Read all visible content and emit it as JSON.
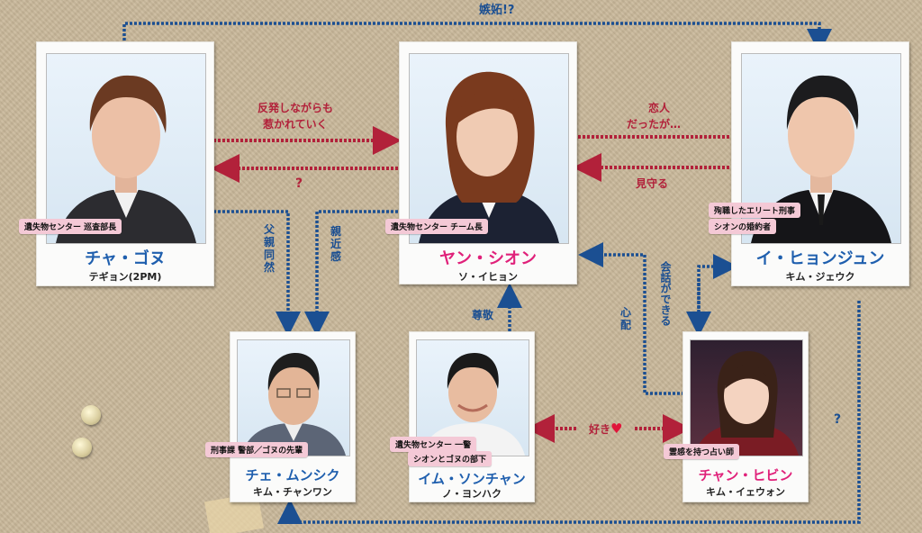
{
  "characters": {
    "cha": {
      "role": "遺失物センター 巡査部長",
      "name": "チャ・ゴヌ",
      "actor": "テギョン(2PM)"
    },
    "yang": {
      "role": "遺失物センター チーム長",
      "name": "ヤン・シオン",
      "actor": "ソ・イヒョン"
    },
    "lee": {
      "role1": "殉職したエリート刑事",
      "role2": "シオンの婚約者",
      "name": "イ・ヒョンジュン",
      "actor": "キム・ジェウク"
    },
    "choi": {
      "role": "刑事課 警部／ゴヌの先輩",
      "name": "チェ・ムンシク",
      "actor": "キム・チャンワン"
    },
    "lim": {
      "role1": "遺失物センター 一警",
      "role2": "シオンとゴヌの部下",
      "name": "イム・ソンチャン",
      "actor": "ノ・ヨンハク"
    },
    "jang": {
      "role": "霊感を持つ占い師",
      "name": "チャン・ヒビン",
      "actor": "キム・イェウォン"
    }
  },
  "relations": {
    "jealousy": "嫉妬!?",
    "cha_to_yang_1": "反発しながらも",
    "cha_to_yang_2": "惹かれていく",
    "yang_to_cha": "?",
    "lovers_1": "恋人",
    "lovers_2": "だったが…",
    "protect": "見守る",
    "father_like": "父親同然",
    "closeness": "親近感",
    "respect": "尊敬",
    "worry": "心配",
    "can_talk": "会話ができる",
    "like": "好き",
    "heart": "♥",
    "question_bottom": "?"
  },
  "colors": {
    "red": "#b2213a",
    "blue": "#1b4f92",
    "pink_name": "#e0217a",
    "blue_name": "#1f5fae"
  }
}
